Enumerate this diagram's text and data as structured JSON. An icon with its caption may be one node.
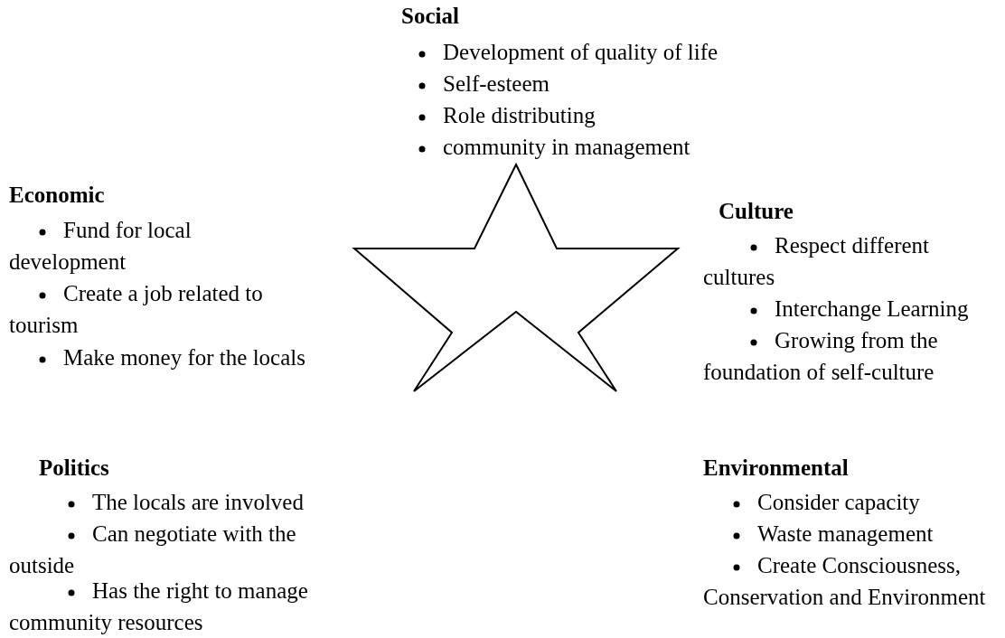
{
  "diagram": {
    "labels": [
      "Social",
      "Development of quality of life",
      "Self-esteem",
      "Role distributing",
      "community in management",
      "Economic",
      "Fund for local development",
      "Create a job related to tourism",
      "Make money for the locals",
      "Culture",
      "Respect different cultures",
      "Interchange Learning",
      "Growing from the foundation of self-culture",
      "Politics",
      "The locals are involved",
      "Can negotiate with the outside",
      "Has the right to manage community resources",
      "Environmental",
      "Consider capacity",
      "Waste management",
      "Create Consciousness, Conservation and Environment"
    ]
  }
}
